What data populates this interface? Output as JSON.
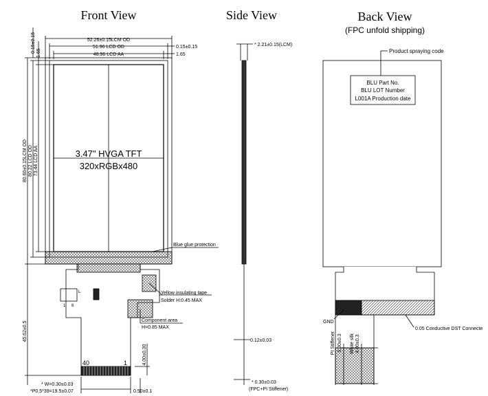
{
  "views": {
    "front": "Front View",
    "side": "Side View",
    "back": "Back View",
    "back_sub": "(FPC unfold shipping)"
  },
  "front": {
    "dim_lcm_od_w": "52.26±0.15LCM OD",
    "dim_lcd_od_w": "51.96 LCD OD",
    "dim_lcd_aa_w": "48.96 LCD AA",
    "dim_tol_right": "0.15±0.15",
    "dim_165_right": "1.65",
    "dim_015_left": "0.15±0.15",
    "dim_165_left": "1.65",
    "dim_lcm_od_h": "80.60±0.15LCM OD",
    "dim_lcd_od_h": "80.22 LCD OD",
    "dim_lcd_aa_h": "73.44 LCD AA",
    "dim_fpc_len": "45.62±0.5",
    "panel_title": "3.47\" HVGA TFT",
    "panel_res": "320xRGBx480",
    "blue_glue": "Blue glue protection",
    "yellow_tape": "Yellow insulating tape",
    "solder": "Solder H:0.45 MAX",
    "component_area": "Component area",
    "component_h": "H=0.85 MAX",
    "dim_400": "4.00±0.30",
    "pin_40": "40",
    "pin_1": "1",
    "pin_small_1": "1",
    "pin_small_6": "6",
    "pin_small_L": "L",
    "dim_w": "* W=0.30±0.03",
    "dim_pitch": "*P0.5*39=19.5±0.07",
    "dim_050": "0.50±0.1"
  },
  "side": {
    "dim_thickness": "* 2.21±0.15(LCM)",
    "dim_012": "0.12±0.03",
    "dim_030": "* 0.30±0.03",
    "dim_030_sub": "(FPC+PI Stiffener)"
  },
  "back": {
    "product_code": "Product spraying code",
    "label_line1": "BLU Part No.",
    "label_line2": "BLU LOT Number",
    "label_line3": "L001A  Production date",
    "gnd": "GND",
    "conductive": "0.05 Conductive DST Connecte",
    "pi_stiffener": "PI Stiffener",
    "pi_dim": "5.00±0.3",
    "white_silk": "White silk",
    "white_dim": "4.00±0.3"
  }
}
